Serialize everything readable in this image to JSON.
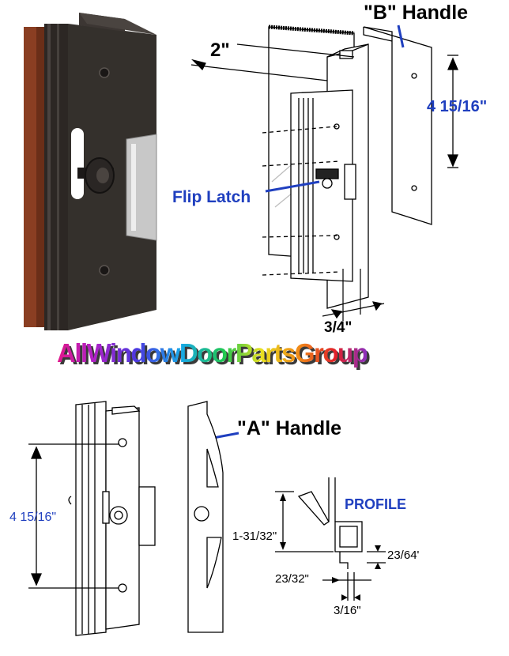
{
  "labels": {
    "b_handle": "\"B\" Handle",
    "a_handle": "\"A\" Handle",
    "dim_2in": "2\"",
    "dim_height_top": "4 15/16\"",
    "flip_latch": "Flip Latch",
    "dim_3_4": "3/4\"",
    "dim_height_bottom": "4 15/16\"",
    "profile": "PROFILE",
    "dim_1_31_32": "1-31/32\"",
    "dim_23_64": "23/64'",
    "dim_23_32": "23/32\"",
    "dim_3_16": "3/16\""
  },
  "brand": {
    "text": "AllWindowDoorPartsGroup"
  },
  "colors": {
    "label_blue": "#1f3fbf",
    "handle_dark": "#2a2624",
    "wood": "#8a3e22",
    "chrome": "#c8c8c8"
  }
}
